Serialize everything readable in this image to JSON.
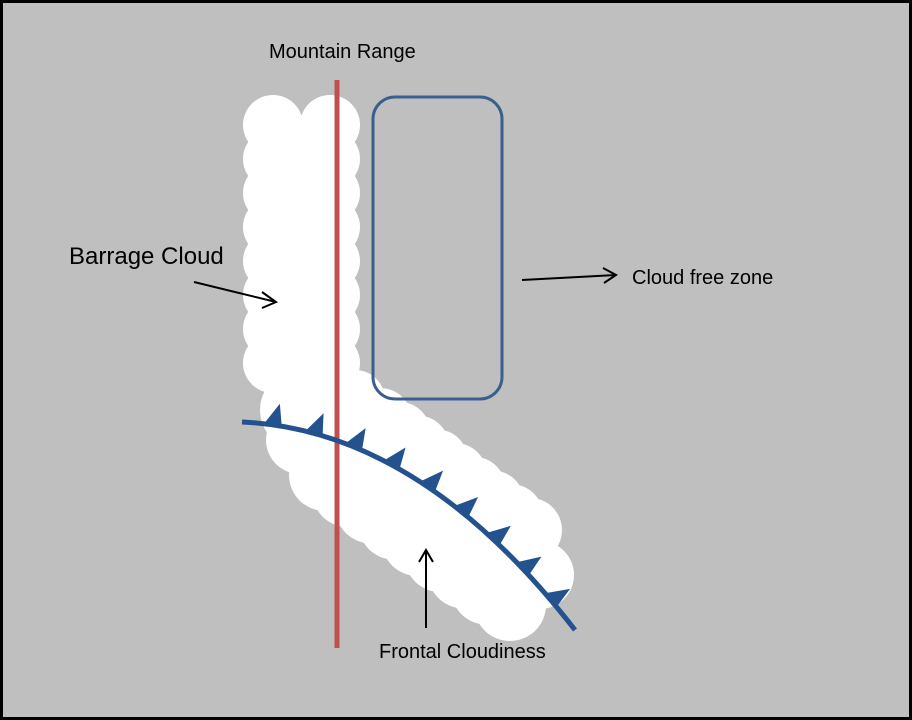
{
  "labels": {
    "mountain_range": "Mountain Range",
    "barrage_cloud": "Barrage Cloud",
    "cloud_free_zone": "Cloud free zone",
    "frontal_cloudiness": "Frontal Cloudiness"
  },
  "colors": {
    "background": "#bfbfbf",
    "mountain": "#c0504d",
    "front": "#24528e",
    "zone_outline": "#3a5f8f",
    "cloud": "#ffffff"
  }
}
